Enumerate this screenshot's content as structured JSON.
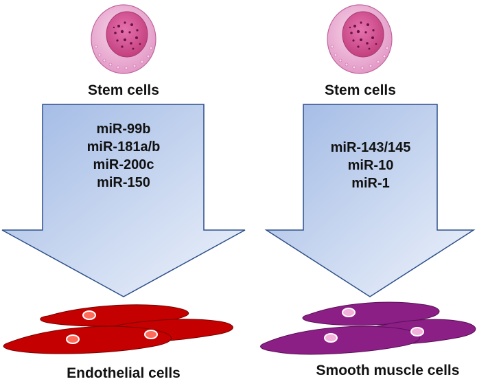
{
  "left": {
    "source_label": "Stem cells",
    "mirnas": [
      "miR-99b",
      "miR-181a/b",
      "miR-200c",
      "miR-150"
    ],
    "target_label": "Endothelial cells",
    "cell_color": "#c40000",
    "nucleus_color": "#ff6a5a"
  },
  "right": {
    "source_label": "Stem cells",
    "mirnas": [
      "miR-143/145",
      "miR-10",
      "miR-1"
    ],
    "target_label": "Smooth muscle cells",
    "cell_color": "#8b1f86",
    "nucleus_color": "#f3b0da"
  },
  "colors": {
    "arrow_top": "#9fb8e4",
    "arrow_bottom": "#e9f0fa",
    "arrow_border": "#2d4f8a",
    "stem_cell": "#e8a6cf",
    "stem_nucleus": "#d0508f"
  }
}
